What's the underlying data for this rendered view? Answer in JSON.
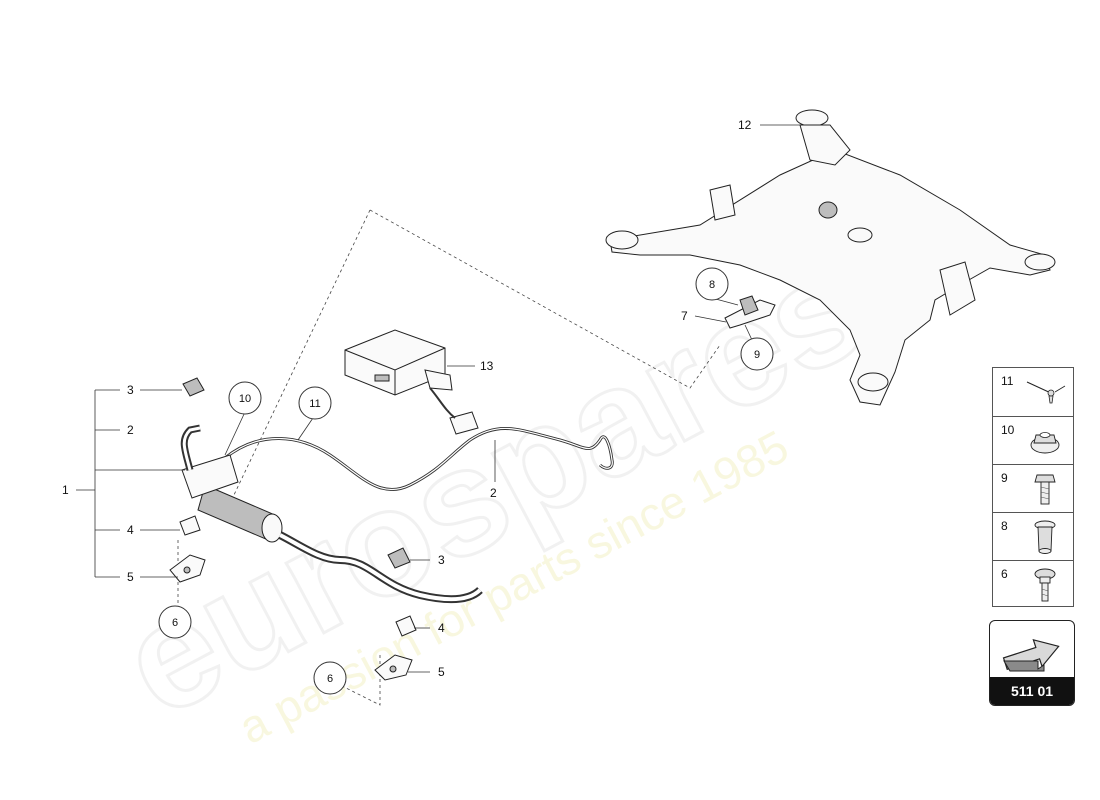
{
  "callouts": {
    "c1": "1",
    "c2": "2",
    "c2b": "2",
    "c3a": "3",
    "c3b": "3",
    "c4a": "4",
    "c4b": "4",
    "c5a": "5",
    "c5b": "5",
    "c6a": "6",
    "c6b": "6",
    "c7": "7",
    "c8": "8",
    "c9": "9",
    "c10": "10",
    "c11": "11",
    "c12": "12",
    "c13": "13"
  },
  "legend": {
    "items": [
      {
        "num": "11",
        "icon": "cable-tie-icon"
      },
      {
        "num": "10",
        "icon": "flange-nut-icon"
      },
      {
        "num": "9",
        "icon": "hex-bolt-icon"
      },
      {
        "num": "8",
        "icon": "spacer-sleeve-icon"
      },
      {
        "num": "6",
        "icon": "shoulder-bolt-icon"
      }
    ]
  },
  "reference": {
    "code": "511 01",
    "icon": "direction-arrow-icon"
  },
  "watermark": {
    "brand": "eurospares",
    "tagline": "a passion for parts since 1985"
  }
}
